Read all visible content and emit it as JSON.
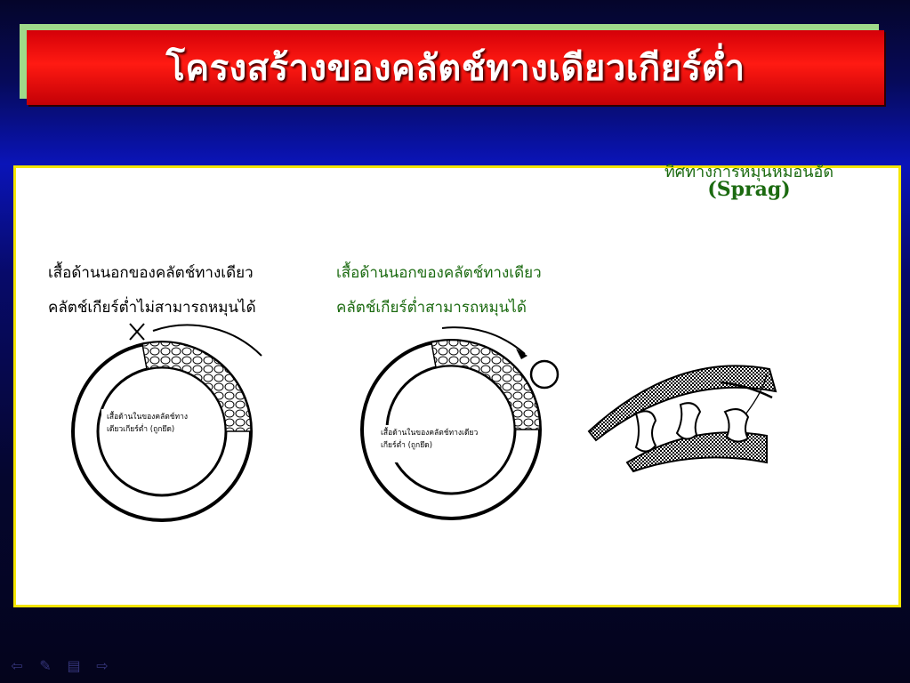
{
  "title": "โครงสร้างของคลัตช์ทางเดียวเกียร์ต่ำ",
  "left_panel": {
    "caption_line1": "เสื้อด้านนอกของคลัตช์ทางเดียว",
    "caption_line2": "คลัตช์เกียร์ต่ำไม่สามารถหมุนได้",
    "inner_note_line1": "เสื้อด้านในของคลัตช์ทาง",
    "inner_note_line2": "เดียวเกียร์ต่ำ (ถูกยึด)"
  },
  "middle_panel": {
    "caption_line1": "เสื้อด้านนอกของคลัตช์ทางเดียว",
    "caption_line2": "คลัตช์เกียร์ต่ำสามารถหมุนได้",
    "inner_note_line1": "เสื้อด้านในของคลัตช์ทางเดียว",
    "inner_note_line2": "เกียร์ต่ำ (ถูกยึด)"
  },
  "right_panel": {
    "label_line1": "ทิศทางการหมุนหมอนอัด",
    "label_line2": "(Sprag)"
  },
  "colors": {
    "title_red": "#e8000b",
    "panel_border": "#f4e500",
    "green_text": "#1b6a10"
  },
  "nav": {
    "icons": [
      "arrow-left-icon",
      "pencil-icon",
      "menu-icon",
      "arrow-right-icon"
    ]
  }
}
